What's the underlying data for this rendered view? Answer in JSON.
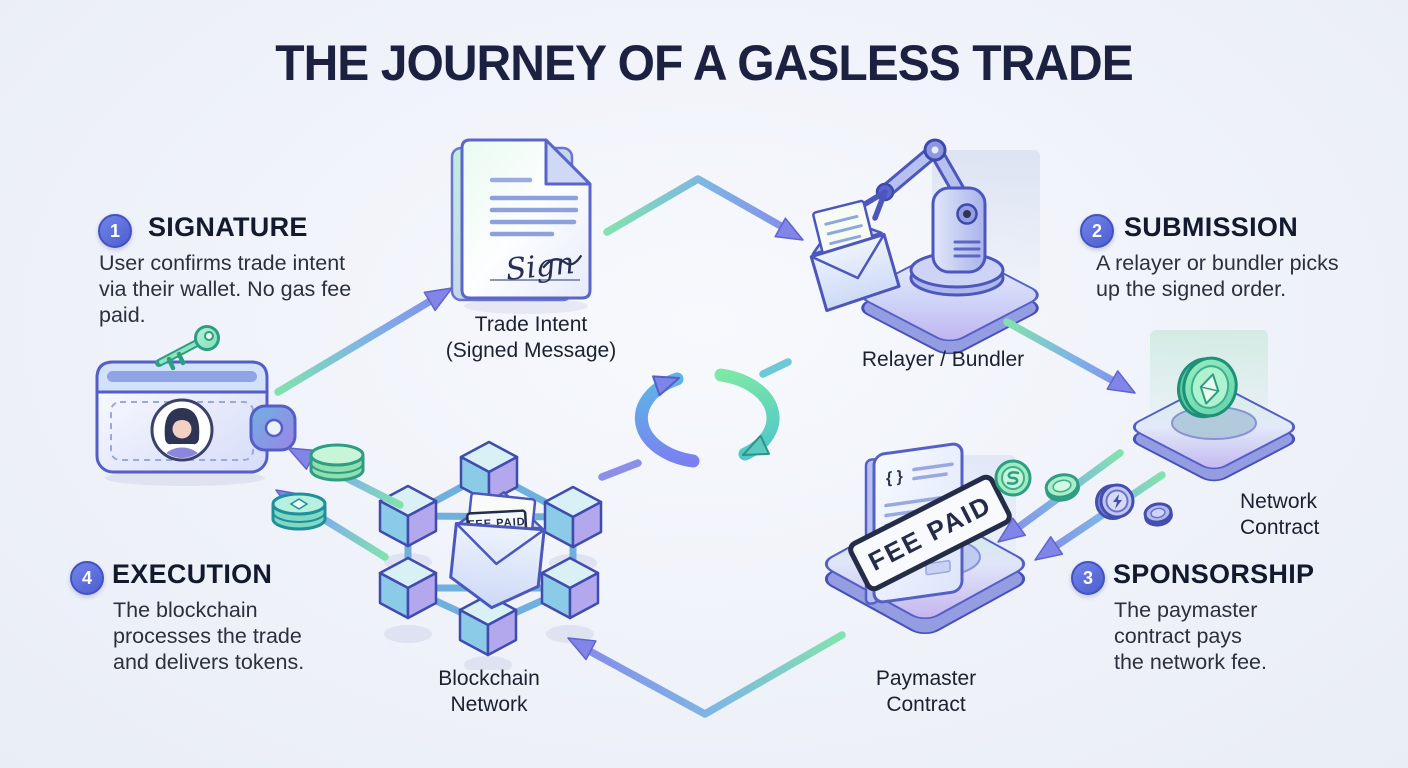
{
  "title": "THE JOURNEY OF A GASLESS TRADE",
  "steps": [
    {
      "num": "1",
      "name": "SIGNATURE",
      "desc": "User confirms trade intent\nvia their wallet. No gas fee\npaid."
    },
    {
      "num": "2",
      "name": "SUBMISSION",
      "desc": "A relayer or bundler picks\nup the signed order."
    },
    {
      "num": "3",
      "name": "SPONSORSHIP",
      "desc": "The paymaster\ncontract pays\nthe network fee."
    },
    {
      "num": "4",
      "name": "EXECUTION",
      "desc": "The blockchain\nprocesses the trade\nand delivers tokens."
    }
  ],
  "nodes": {
    "trade_intent": {
      "label": "Trade Intent\n(Signed Message)",
      "signature": "Sign"
    },
    "relayer": {
      "label": "Relayer / Bundler"
    },
    "network_contract": {
      "label": "Network\nContract"
    },
    "paymaster": {
      "label": "Paymaster\nContract",
      "stamp": "FEE PAID",
      "code_glyph": "{ }"
    },
    "blockchain": {
      "label": "Blockchain\nNetwork",
      "envelope_stamp": "FEE PAID"
    }
  },
  "icons": {
    "wallet": "wallet-with-avatar-icon",
    "key": "key-icon",
    "document": "signed-document-icon",
    "robot_arm": "robot-arm-icon",
    "envelope": "envelope-icon",
    "cycle": "cycle-arrows-icon",
    "cubes": "cube-network-icon",
    "coins": "token-coin-icons",
    "eth_coin": "eth-coin-icon",
    "bolt_coin": "lightning-coin-icon"
  },
  "colors": {
    "background": "#eff2f9",
    "title_navy": "#1c2142",
    "text_dark": "#2b303c",
    "badge_blue": "#5565d2",
    "outline_indigo": "#4c57bb",
    "arrow_purple": "#8185e8",
    "arrow_green": "#82e2ae",
    "coin_teal": "#2f9d82"
  }
}
